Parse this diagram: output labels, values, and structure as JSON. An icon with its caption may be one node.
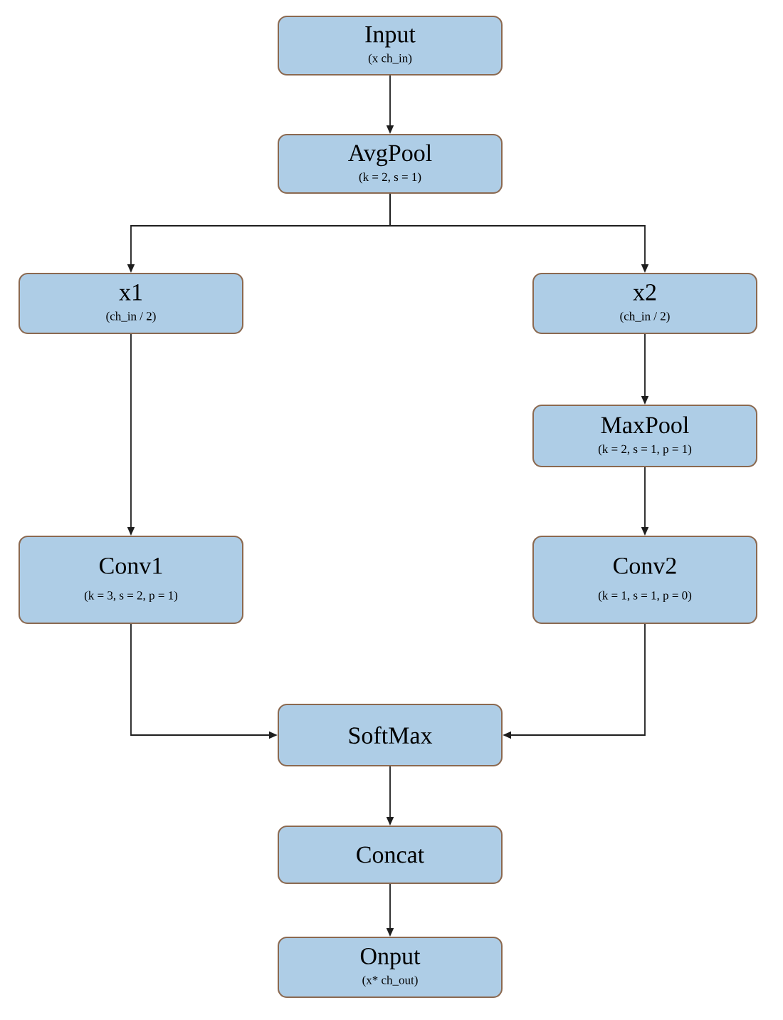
{
  "diagram": {
    "nodes": [
      {
        "text": [
          "Input",
          "(x ch_in)"
        ]
      },
      {
        "text": [
          "AvgPool",
          "(k = 2, s = 1)"
        ]
      },
      {
        "text": [
          "x1",
          "(ch_in / 2)"
        ]
      },
      {
        "text": [
          "x2",
          "(ch_in / 2)"
        ]
      },
      {
        "text": [
          "MaxPool",
          "(k = 2, s = 1, p = 1)"
        ]
      },
      {
        "text": [
          "Conv1",
          "(k = 3, s = 2, p = 1)"
        ]
      },
      {
        "text": [
          "Conv2",
          "(k = 1, s = 1, p = 0)"
        ]
      },
      {
        "text": [
          "SoftMax"
        ]
      },
      {
        "text": [
          "Concat"
        ]
      },
      {
        "text": [
          "Onput",
          "(x* ch_out)"
        ]
      }
    ],
    "edges": [
      {
        "from": 0,
        "to": 1,
        "arrow": "to"
      },
      {
        "from": 1,
        "to": 2,
        "arrow": "to"
      },
      {
        "from": 1,
        "to": 3,
        "arrow": "to"
      },
      {
        "from": 3,
        "to": 4,
        "arrow": "to"
      },
      {
        "from": 2,
        "to": 5,
        "arrow": "to"
      },
      {
        "from": 4,
        "to": 6,
        "arrow": "to"
      },
      {
        "from": 5,
        "to": 7,
        "arrow": "to"
      },
      {
        "from": 6,
        "to": 7,
        "arrow": "to"
      },
      {
        "from": 7,
        "to": 8,
        "arrow": "to"
      },
      {
        "from": 8,
        "to": 9,
        "arrow": "to"
      }
    ]
  }
}
